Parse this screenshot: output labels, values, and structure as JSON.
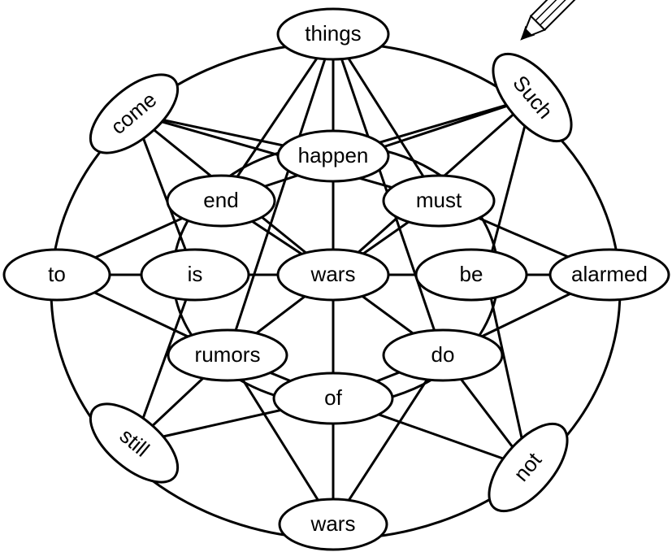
{
  "diagram": {
    "nodes": {
      "things": "things",
      "such": "Such",
      "come": "come",
      "happen": "happen",
      "end": "end",
      "must": "must",
      "to": "to",
      "is": "is",
      "wars_center": "wars",
      "be": "be",
      "alarmed": "alarmed",
      "rumors": "rumors",
      "do": "do",
      "of": "of",
      "still": "still",
      "not": "not",
      "wars_bottom": "wars"
    },
    "colors": {
      "stroke": "#000000",
      "fill": "#ffffff",
      "pencil_tip": "#000000"
    },
    "icons": {
      "pencil": "pencil-icon"
    }
  }
}
